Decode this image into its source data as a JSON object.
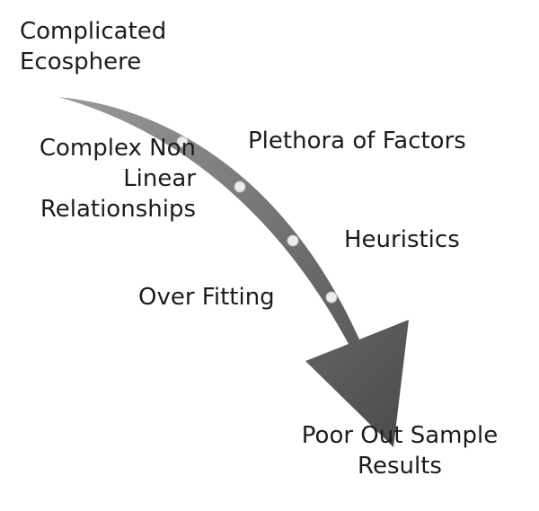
{
  "diagram": {
    "start": {
      "lines": [
        "Complicated",
        "Ecosphere"
      ]
    },
    "labels": {
      "complex": {
        "lines": [
          "Complex Non",
          "Linear",
          "Relationships"
        ]
      },
      "plethora": {
        "lines": [
          "Plethora of Factors"
        ]
      },
      "heuristics": {
        "lines": [
          "Heuristics"
        ]
      },
      "overfitting": {
        "lines": [
          "Over Fitting"
        ]
      }
    },
    "end": {
      "lines": [
        "Poor Out Sample",
        "Results"
      ]
    },
    "colors": {
      "arrow_light": "#9a9a9a",
      "arrow_dark": "#4a4a4a",
      "dot_fill": "#ececec",
      "text": "#1c1c1c"
    },
    "dot_count": 4
  }
}
